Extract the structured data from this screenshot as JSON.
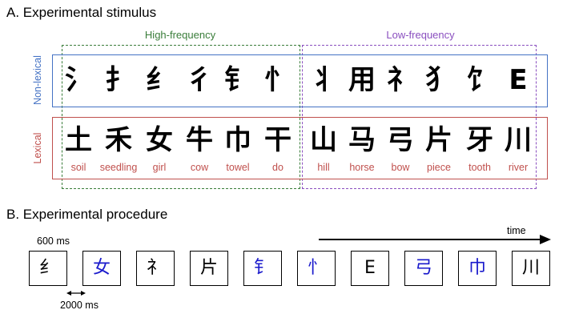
{
  "sectionA": {
    "title": "A. Experimental stimulus",
    "high_label": "High-frequency",
    "low_label": "Low-frequency",
    "nonlexical_label": "Non-lexical",
    "lexical_label": "Lexical",
    "nonlexical_chars": [
      "氵",
      "扌",
      "纟",
      "彳",
      "钅",
      "忄",
      "丬",
      "用",
      "礻",
      "犭",
      "饣",
      "E"
    ],
    "lexical_chars": [
      "土",
      "禾",
      "女",
      "牛",
      "巾",
      "干",
      "山",
      "马",
      "弓",
      "片",
      "牙",
      "川"
    ],
    "lexical_glosses": [
      "soil",
      "seedling",
      "girl",
      "cow",
      "towel",
      "do",
      "hill",
      "horse",
      "bow",
      "piece",
      "tooth",
      "river"
    ],
    "colors": {
      "high": "#3a7d3a",
      "low": "#8a4fbf",
      "nonlexical": "#4472c4",
      "lexical": "#c0504d"
    }
  },
  "sectionB": {
    "title": "B. Experimental procedure",
    "duration_on": "600 ms",
    "duration_isi": "2000 ms",
    "time_label": "time",
    "sequence": [
      {
        "char": "纟",
        "color": "#000000"
      },
      {
        "char": "女",
        "color": "#1a1acc"
      },
      {
        "char": "礻",
        "color": "#000000"
      },
      {
        "char": "片",
        "color": "#000000"
      },
      {
        "char": "钅",
        "color": "#1a1acc"
      },
      {
        "char": "忄",
        "color": "#1a1acc"
      },
      {
        "char": "E",
        "color": "#000000"
      },
      {
        "char": "弓",
        "color": "#1a1acc"
      },
      {
        "char": "巾",
        "color": "#1a1acc"
      },
      {
        "char": "川",
        "color": "#000000"
      }
    ]
  }
}
